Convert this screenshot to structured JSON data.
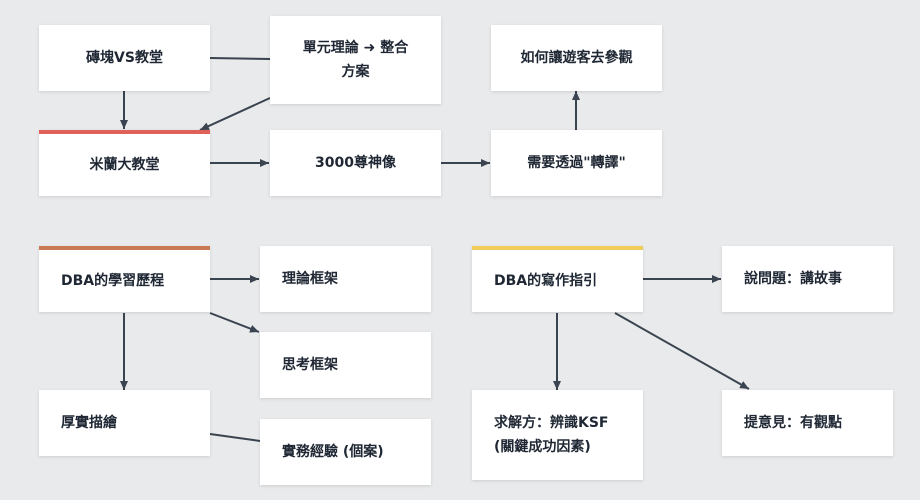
{
  "nodes": {
    "brick_vs_church": "磚塊VS教堂",
    "unit_theory": "單元理論 ➜ 整合\n方案",
    "how_visitors": "如何讓遊客去參觀",
    "milan_cathedral": "米蘭大教堂",
    "statues_3000": "3000尊神像",
    "translation": "需要透過\"轉譯\"",
    "dba_learning": "DBA的學習歷程",
    "theory_framework": "理論框架",
    "thinking_framework": "思考框架",
    "thick_description": "厚實描繪",
    "practice_experience": "實務經驗 (個案)",
    "dba_writing": "DBA的寫作指引",
    "ask_question": "說問題：講故事",
    "solution_ksf": "求解方：辨識KSF\n(關鍵成功因素)",
    "opinion": "提意見：有觀點"
  },
  "colors": {
    "edge": "#3a4350",
    "red_bar": "#e0605a",
    "brown_bar": "#c97a55",
    "yellow_bar": "#f2cd5c"
  }
}
